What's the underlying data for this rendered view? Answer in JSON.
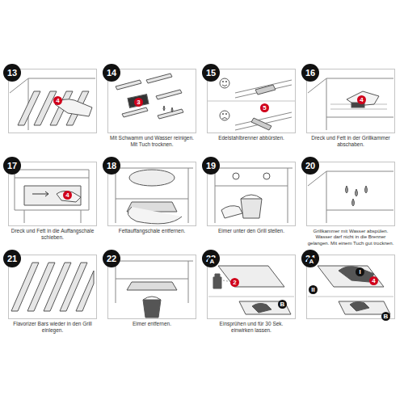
{
  "diagram": {
    "nodes": [
      {
        "text": [
          "13"
        ]
      },
      {
        "text": [
          "14",
          "Mit Schwamm und Wasser reinigen. Mit Tuch trocknen."
        ]
      },
      {
        "text": [
          "15",
          "Edelstahlbrenner abbürsten."
        ]
      },
      {
        "text": [
          "16",
          "Dreck und Fett in der Grillkammer abschaben."
        ]
      },
      {
        "text": [
          "17",
          "Dreck und Fett in die Auffangschale schieben."
        ]
      },
      {
        "text": [
          "18",
          "Fettauffangschale entfernen."
        ]
      },
      {
        "text": [
          "19",
          "Eimer unter den Grill stellen."
        ]
      },
      {
        "text": [
          "20",
          "Grillkammer mit Wasser abspülen. Wasser darf nicht in die Brenner gelangen. Mit einem Tuch gut trocknen."
        ]
      },
      {
        "text": [
          "21",
          "Flavorizer Bars wieder in den Grill einlegen."
        ]
      },
      {
        "text": [
          "22",
          "Eimer entfernen."
        ]
      },
      {
        "text": [
          "23",
          "Einsprühen und für 30 Sek. einwirken lassen."
        ]
      },
      {
        "text": [
          "24"
        ]
      }
    ],
    "labels": [
      "4",
      "3",
      "5",
      "4",
      "4",
      "A",
      "2",
      "B",
      "A",
      "I",
      "4",
      "II",
      "B"
    ]
  }
}
